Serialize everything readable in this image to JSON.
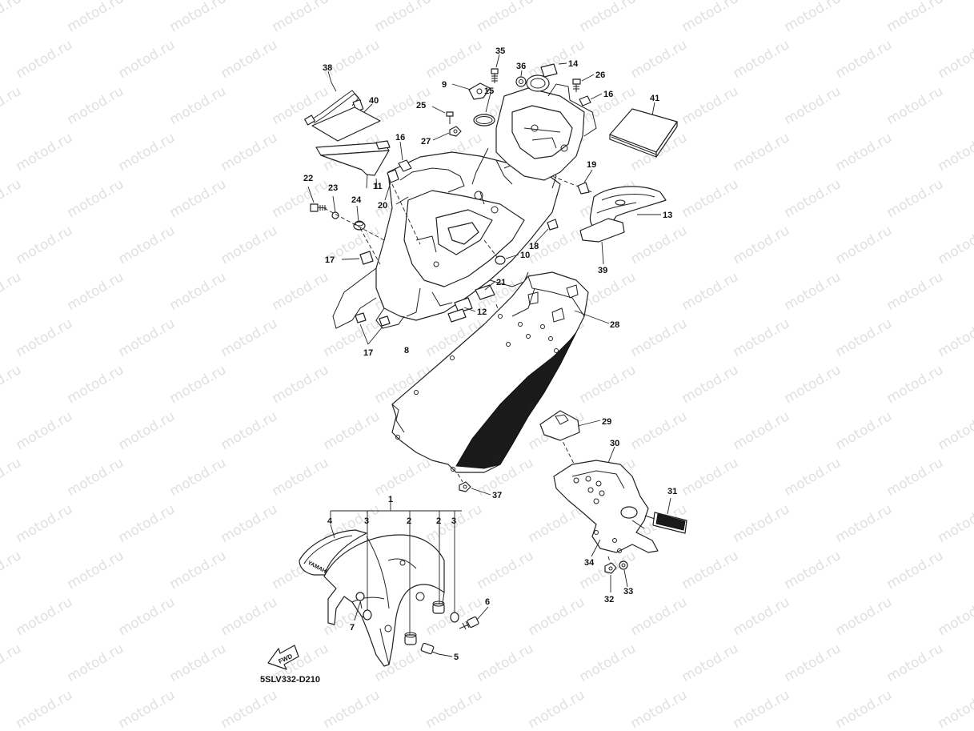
{
  "watermark": "motod.ru",
  "diagram_code": "5SLV332-D210",
  "fwd_label": "FWD",
  "brand_label": "YAMAHA",
  "callouts": {
    "n1": "1",
    "n2a": "2",
    "n2b": "2",
    "n3a": "3",
    "n3b": "3",
    "n4": "4",
    "n5": "5",
    "n6": "6",
    "n7": "7",
    "n8": "8",
    "n9": "9",
    "n10": "10",
    "n11": "11",
    "n12": "12",
    "n13": "13",
    "n14": "14",
    "n15": "15",
    "n16a": "16",
    "n16b": "16",
    "n17a": "17",
    "n17b": "17",
    "n18": "18",
    "n19": "19",
    "n20": "20",
    "n21": "21",
    "n22": "22",
    "n23": "23",
    "n24": "24",
    "n25": "25",
    "n26": "26",
    "n27": "27",
    "n28": "28",
    "n29": "29",
    "n30": "30",
    "n31": "31",
    "n32": "32",
    "n33": "33",
    "n34": "34",
    "n35": "35",
    "n36": "36",
    "n37": "37",
    "n38": "38",
    "n39": "39",
    "n40": "40",
    "n41": "41"
  }
}
